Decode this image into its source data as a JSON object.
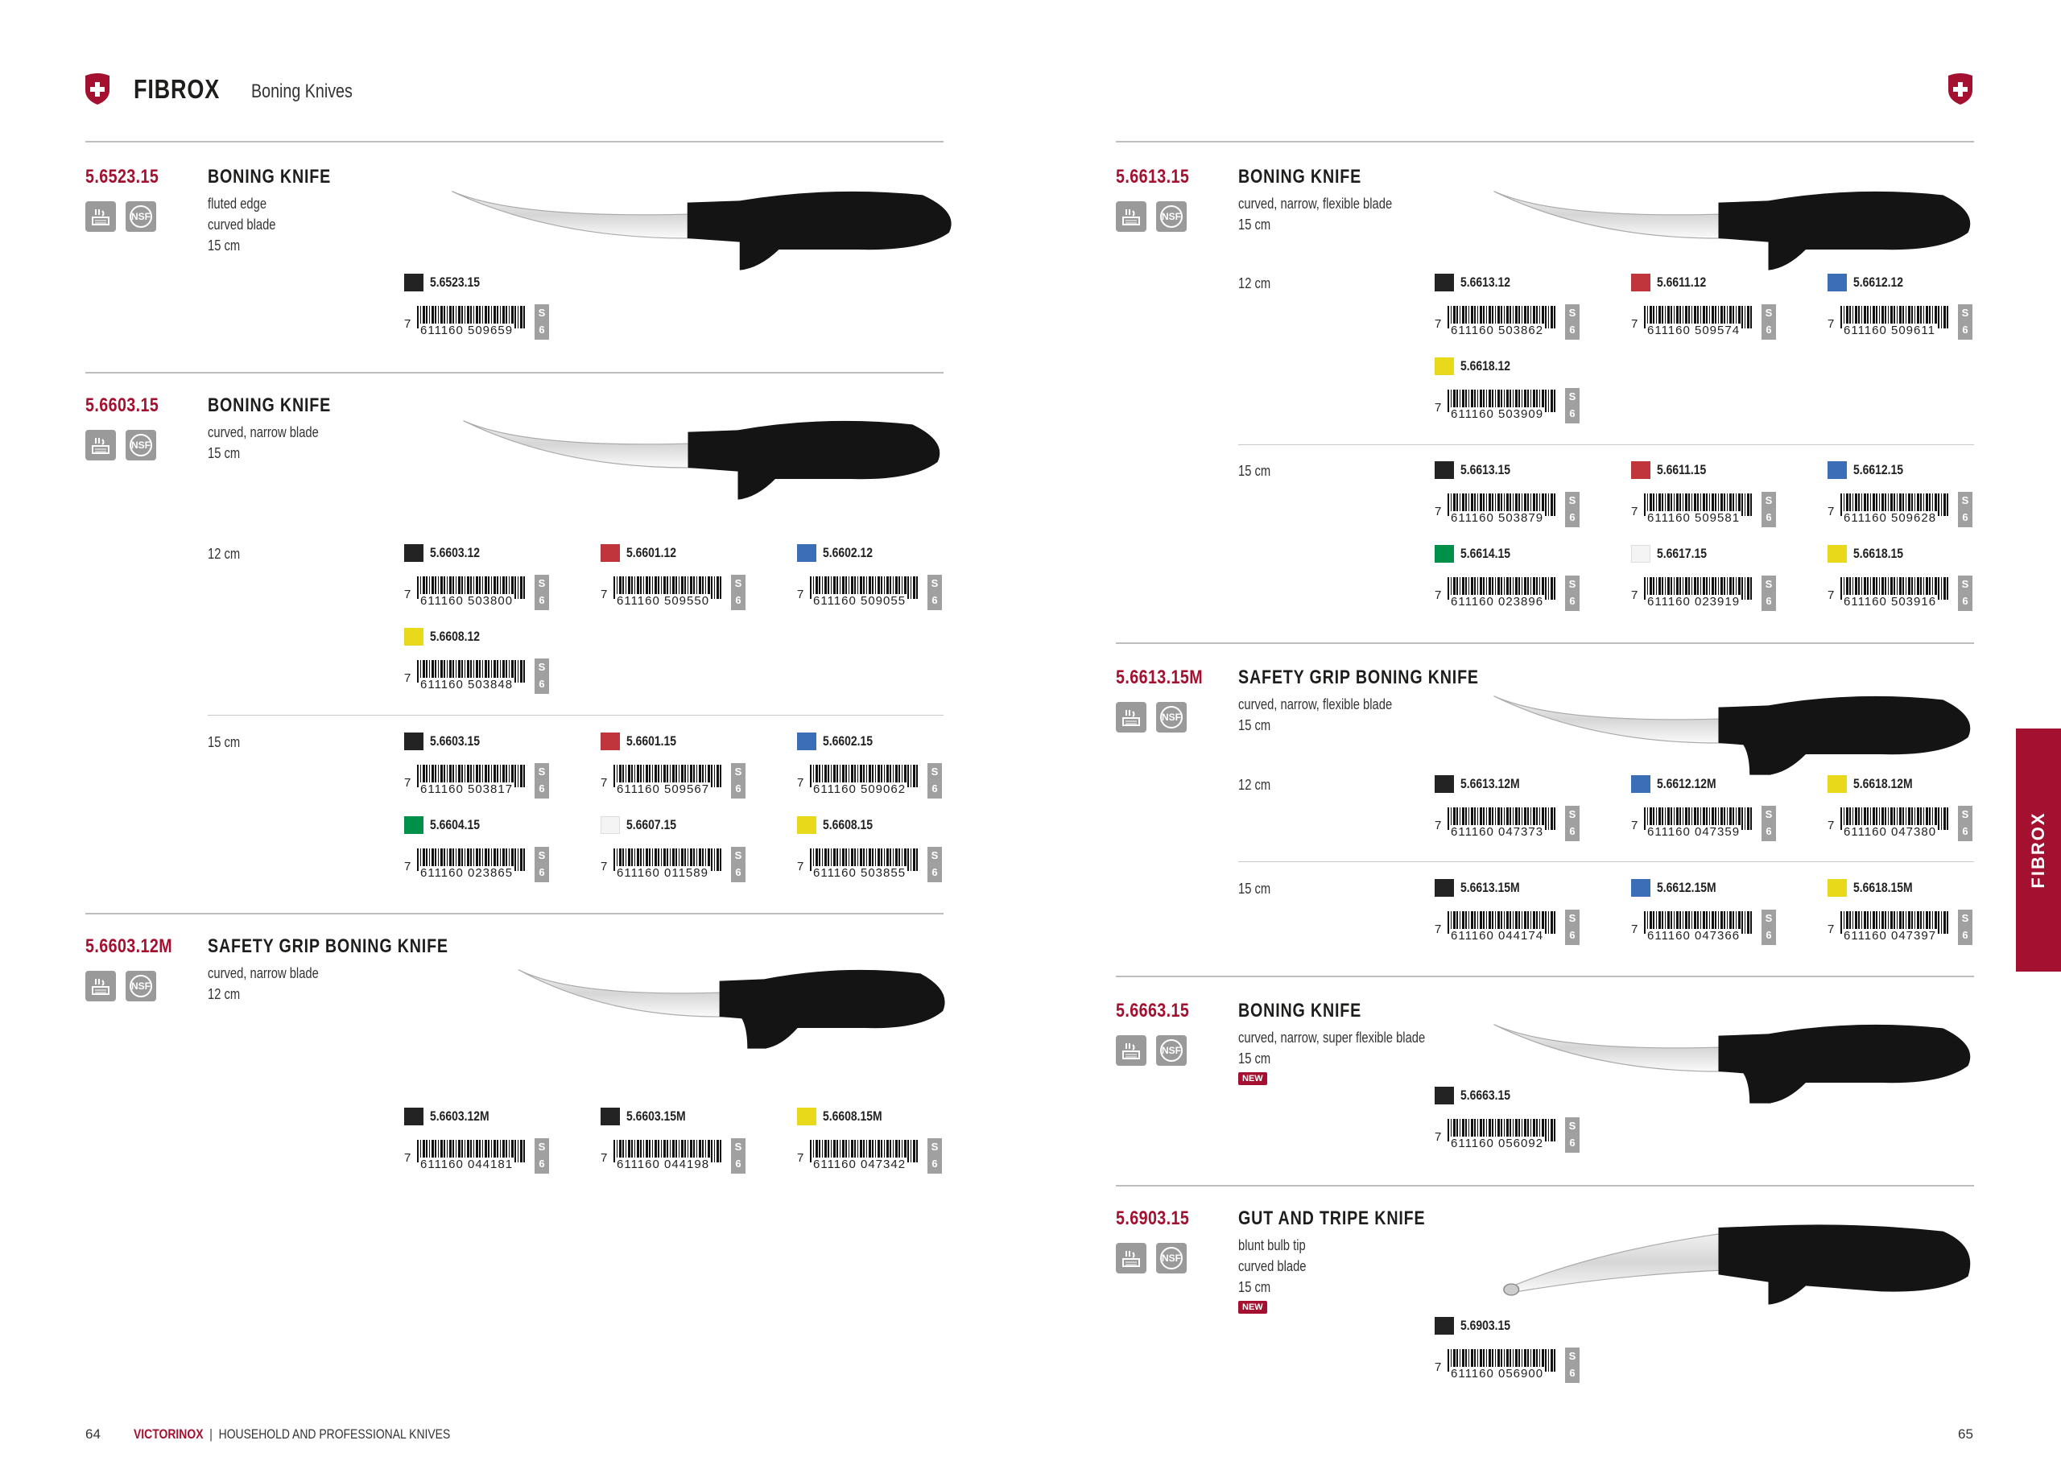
{
  "header": {
    "title": "FIBROX",
    "subtitle": "Boning Knives"
  },
  "footer": {
    "page_left": "64",
    "brand": "VICTORINOX",
    "separator": "|",
    "section": "HOUSEHOLD AND PROFESSIONAL KNIVES",
    "page_right": "65"
  },
  "side_tab": "FIBROX",
  "badge_new": "NEW",
  "icon_nsf": "NSF",
  "colors": {
    "accent": "#a4102f",
    "black": "#232323",
    "red": "#c0343b",
    "blue": "#3a6fb8",
    "yellow": "#e8da1a",
    "green": "#00904a",
    "white": "#f4f4f4"
  },
  "products": [
    {
      "code": "5.6523.15",
      "title": "BONING KNIFE",
      "desc": [
        "fluted edge",
        "curved blade",
        "15 cm"
      ],
      "groups": [
        {
          "size": "",
          "variants": [
            {
              "color": "black",
              "code": "5.6523.15",
              "ean": "611160 509659"
            }
          ]
        }
      ]
    },
    {
      "code": "5.6603.15",
      "title": "BONING KNIFE",
      "desc": [
        "curved, narrow blade",
        "15 cm"
      ],
      "groups": [
        {
          "size": "12 cm",
          "variants": [
            {
              "color": "black",
              "code": "5.6603.12",
              "ean": "611160 503800"
            },
            {
              "color": "red",
              "code": "5.6601.12",
              "ean": "611160 509550"
            },
            {
              "color": "blue",
              "code": "5.6602.12",
              "ean": "611160 509055"
            },
            {
              "color": "yellow",
              "code": "5.6608.12",
              "ean": "611160 503848"
            }
          ]
        },
        {
          "size": "15 cm",
          "variants": [
            {
              "color": "black",
              "code": "5.6603.15",
              "ean": "611160 503817"
            },
            {
              "color": "red",
              "code": "5.6601.15",
              "ean": "611160 509567"
            },
            {
              "color": "blue",
              "code": "5.6602.15",
              "ean": "611160 509062"
            },
            {
              "color": "green",
              "code": "5.6604.15",
              "ean": "611160 023865"
            },
            {
              "color": "white",
              "code": "5.6607.15",
              "ean": "611160 011589"
            },
            {
              "color": "yellow",
              "code": "5.6608.15",
              "ean": "611160 503855"
            }
          ]
        }
      ]
    },
    {
      "code": "5.6603.12M",
      "title": "SAFETY GRIP BONING KNIFE",
      "desc": [
        "curved, narrow blade",
        "12 cm"
      ],
      "groups": [
        {
          "size": "",
          "variants": [
            {
              "color": "black",
              "code": "5.6603.12M",
              "ean": "611160 044181"
            },
            {
              "color": "black",
              "code": "5.6603.15M",
              "ean": "611160 044198"
            },
            {
              "color": "yellow",
              "code": "5.6608.15M",
              "ean": "611160 047342"
            }
          ]
        }
      ]
    },
    {
      "code": "5.6613.15",
      "title": "BONING KNIFE",
      "desc": [
        "curved, narrow, flexible blade",
        "15 cm"
      ],
      "groups": [
        {
          "size": "12 cm",
          "variants": [
            {
              "color": "black",
              "code": "5.6613.12",
              "ean": "611160 503862"
            },
            {
              "color": "red",
              "code": "5.6611.12",
              "ean": "611160 509574"
            },
            {
              "color": "blue",
              "code": "5.6612.12",
              "ean": "611160 509611"
            },
            {
              "color": "yellow",
              "code": "5.6618.12",
              "ean": "611160 503909"
            }
          ]
        },
        {
          "size": "15 cm",
          "variants": [
            {
              "color": "black",
              "code": "5.6613.15",
              "ean": "611160 503879"
            },
            {
              "color": "red",
              "code": "5.6611.15",
              "ean": "611160 509581"
            },
            {
              "color": "blue",
              "code": "5.6612.15",
              "ean": "611160 509628"
            },
            {
              "color": "green",
              "code": "5.6614.15",
              "ean": "611160 023896"
            },
            {
              "color": "white",
              "code": "5.6617.15",
              "ean": "611160 023919"
            },
            {
              "color": "yellow",
              "code": "5.6618.15",
              "ean": "611160 503916"
            }
          ]
        }
      ]
    },
    {
      "code": "5.6613.15M",
      "title": "SAFETY GRIP BONING KNIFE",
      "desc": [
        "curved, narrow, flexible blade",
        "15 cm"
      ],
      "groups": [
        {
          "size": "12 cm",
          "variants": [
            {
              "color": "black",
              "code": "5.6613.12M",
              "ean": "611160 047373"
            },
            {
              "color": "blue",
              "code": "5.6612.12M",
              "ean": "611160 047359"
            },
            {
              "color": "yellow",
              "code": "5.6618.12M",
              "ean": "611160 047380"
            }
          ]
        },
        {
          "size": "15 cm",
          "variants": [
            {
              "color": "black",
              "code": "5.6613.15M",
              "ean": "611160 044174"
            },
            {
              "color": "blue",
              "code": "5.6612.15M",
              "ean": "611160 047366"
            },
            {
              "color": "yellow",
              "code": "5.6618.15M",
              "ean": "611160 047397"
            }
          ]
        }
      ]
    },
    {
      "code": "5.6663.15",
      "title": "BONING KNIFE",
      "desc": [
        "curved, narrow, super flexible blade",
        "15 cm"
      ],
      "is_new": true,
      "groups": [
        {
          "size": "",
          "variants": [
            {
              "color": "black",
              "code": "5.6663.15",
              "ean": "611160 056092"
            }
          ]
        }
      ]
    },
    {
      "code": "5.6903.15",
      "title": "GUT AND TRIPE KNIFE",
      "desc": [
        "blunt bulb tip",
        "curved blade",
        "15 cm"
      ],
      "is_new": true,
      "groups": [
        {
          "size": "",
          "variants": [
            {
              "color": "black",
              "code": "5.6903.15",
              "ean": "611160 056900"
            }
          ]
        }
      ]
    }
  ],
  "barcode": {
    "prefix": "7",
    "pack_top": "S",
    "pack_bottom": "6"
  }
}
